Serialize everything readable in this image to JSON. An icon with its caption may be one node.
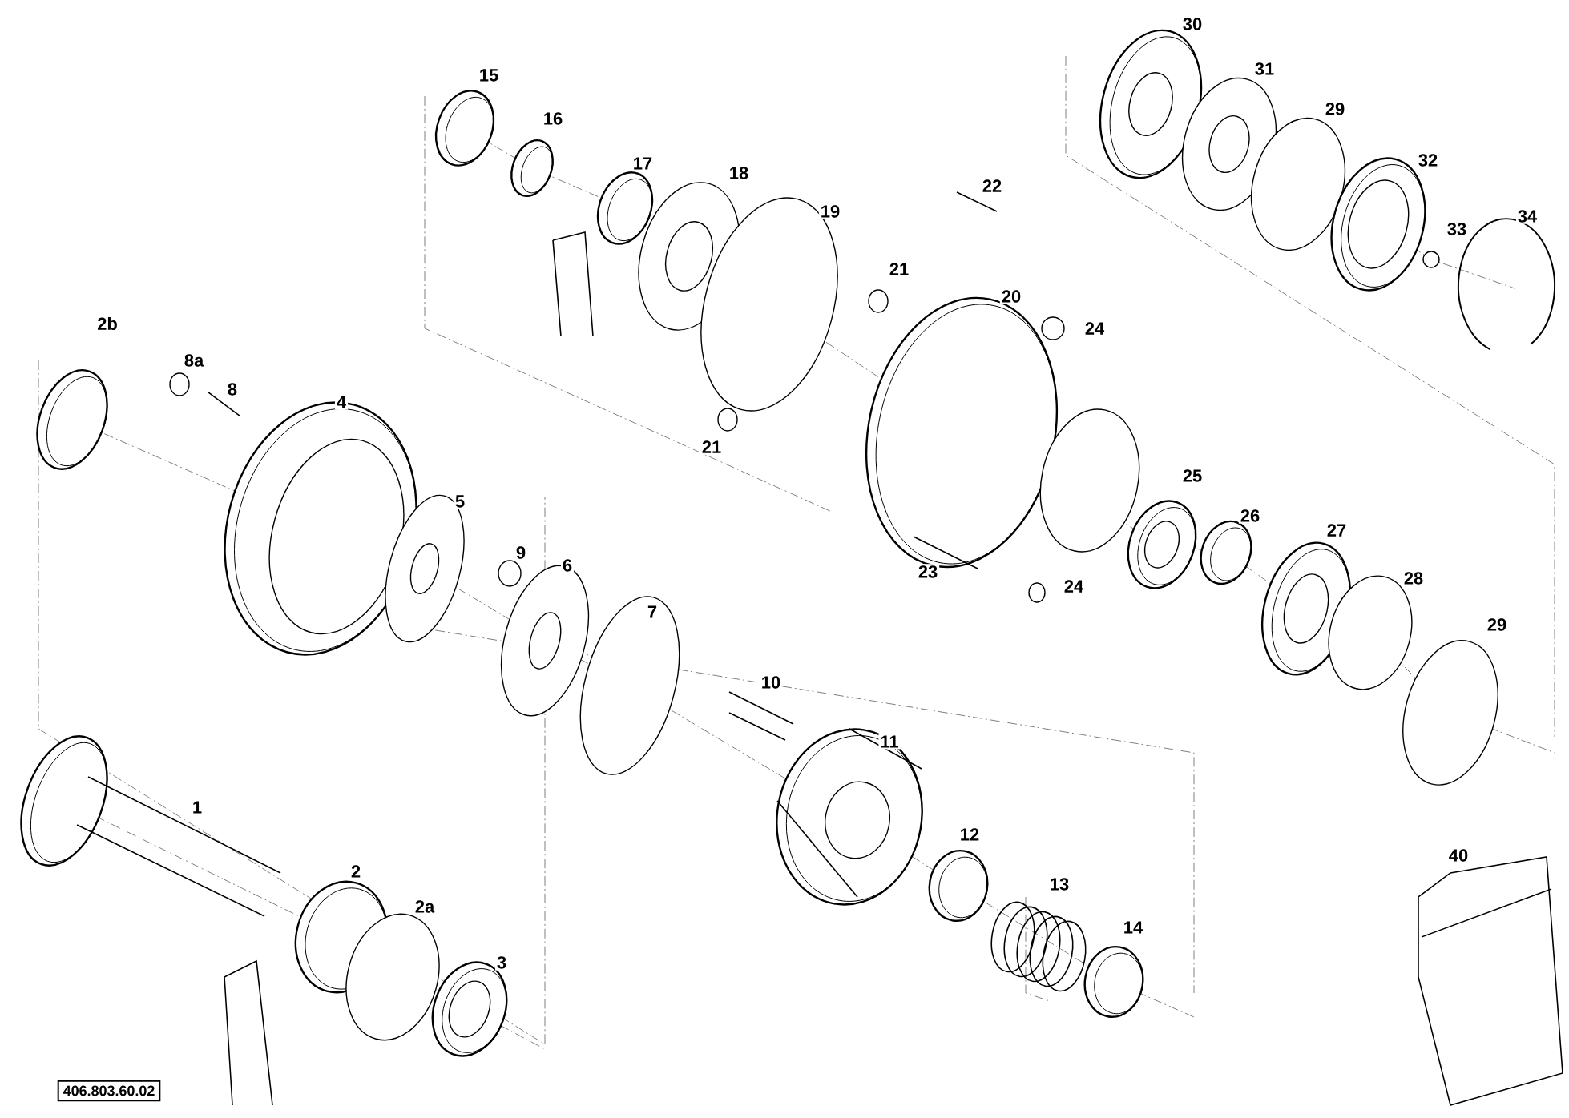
{
  "diagram": {
    "labels": [
      "30",
      "31",
      "15",
      "29",
      "16",
      "32",
      "17",
      "18",
      "22",
      "19",
      "34",
      "33",
      "21",
      "20",
      "2b",
      "24",
      "8a",
      "8",
      "4",
      "21",
      "25",
      "5",
      "26",
      "27",
      "9",
      "6",
      "23",
      "28",
      "24",
      "7",
      "29",
      "10",
      "11",
      "1",
      "12",
      "40",
      "2",
      "13",
      "2a",
      "14",
      "3",
      "406.803.60.02"
    ]
  }
}
